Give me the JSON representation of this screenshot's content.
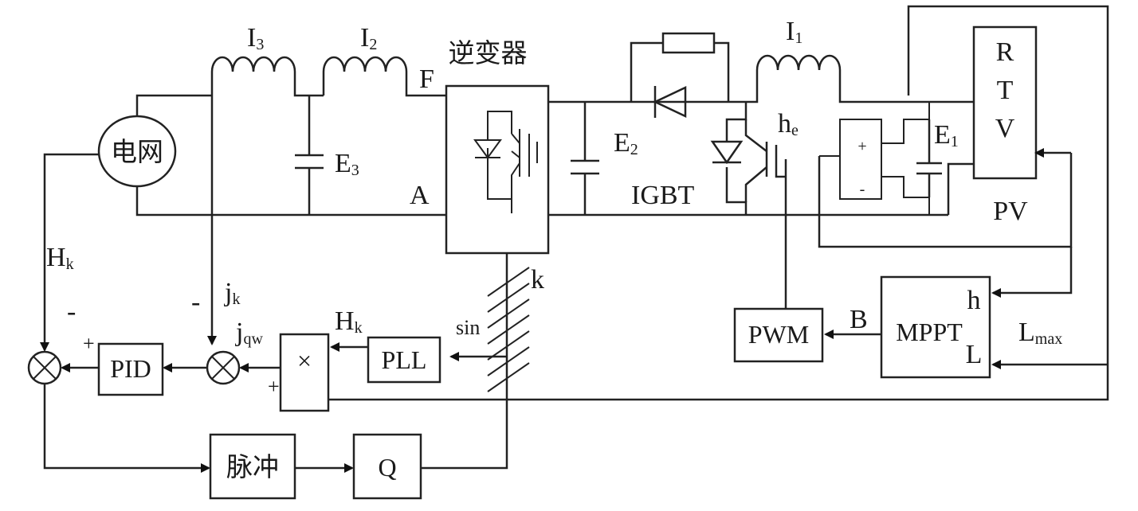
{
  "diagram": {
    "blocks": {
      "grid": "电网",
      "inverter_title": "逆变器",
      "pid": "PID",
      "pll": "PLL",
      "multiplier": "×",
      "pulse": "脉冲",
      "q": "Q",
      "pwm": "PWM",
      "mppt": "MPPT",
      "rtv_r": "R",
      "rtv_t": "T",
      "rtv_v": "V",
      "pv": "PV"
    },
    "labels": {
      "I3": "I",
      "I3_sub": "3",
      "I2": "I",
      "I2_sub": "2",
      "I1": "I",
      "I1_sub": "1",
      "F": "F",
      "A": "A",
      "E3": "E",
      "E3_sub": "3",
      "E2": "E",
      "E2_sub": "2",
      "E1": "E",
      "E1_sub": "1",
      "he": "h",
      "he_sub": "e",
      "igbt": "IGBT",
      "k": "k",
      "sin": "sin",
      "Hk_left": "H",
      "Hk_left_sub": "k",
      "Hk_mid": "H",
      "Hk_mid_sub": "k",
      "jk": "j",
      "jk_sub": "k",
      "jqw": "j",
      "jqw_sub": "qw",
      "B": "B",
      "h": "h",
      "L": "L",
      "Lmax": "L",
      "Lmax_sub": "max",
      "minus_left": "-",
      "minus_mid": "-",
      "plus_pid": "+",
      "plus_mult": "+",
      "cap_plus": "+",
      "cap_minus": "-"
    }
  }
}
